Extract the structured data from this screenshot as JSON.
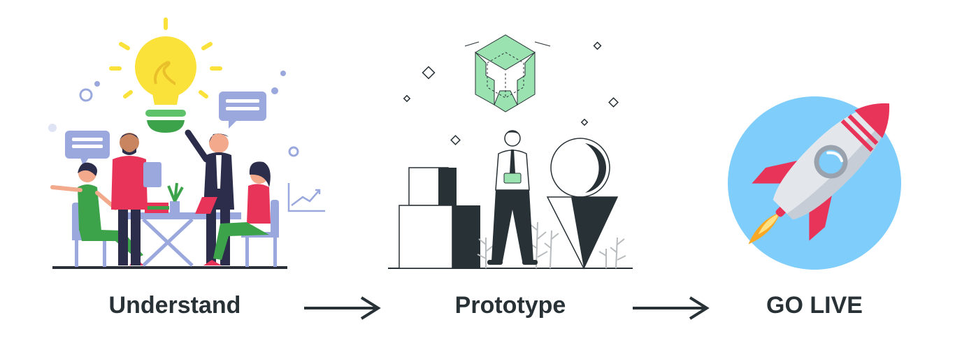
{
  "steps": [
    {
      "label": "Understand",
      "icon": "team-meeting-illustration"
    },
    {
      "label": "Prototype",
      "icon": "prototype-blocks-illustration"
    },
    {
      "label": "GO LIVE",
      "icon": "rocket-launch-illustration"
    }
  ],
  "connectors": [
    "arrow-right-icon",
    "arrow-right-icon"
  ],
  "colors": {
    "text": "#283136",
    "bulb": "#fbe23a",
    "bubble": "#9aa8dd",
    "proto_green": "#9ae3b1",
    "rocket_red": "#e9345a",
    "rocket_circle": "#7fcdfb",
    "flame": "#f9a825"
  }
}
